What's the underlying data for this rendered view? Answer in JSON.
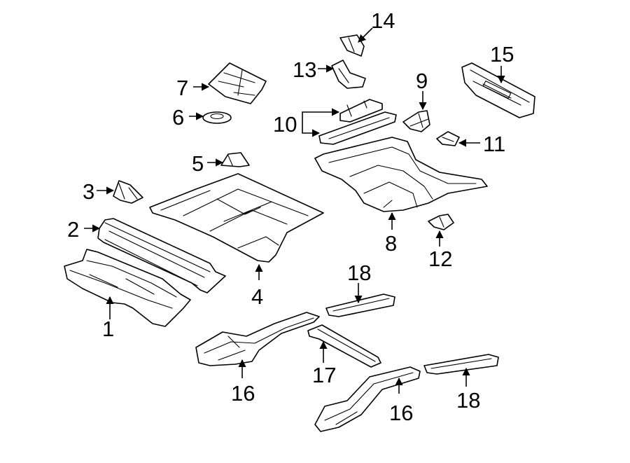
{
  "callouts": [
    {
      "id": "p1",
      "label": "1"
    },
    {
      "id": "p2",
      "label": "2"
    },
    {
      "id": "p3",
      "label": "3"
    },
    {
      "id": "p4",
      "label": "4"
    },
    {
      "id": "p5",
      "label": "5"
    },
    {
      "id": "p6",
      "label": "6"
    },
    {
      "id": "p7",
      "label": "7"
    },
    {
      "id": "p8",
      "label": "8"
    },
    {
      "id": "p9",
      "label": "9"
    },
    {
      "id": "p10",
      "label": "10"
    },
    {
      "id": "p11",
      "label": "11"
    },
    {
      "id": "p12",
      "label": "12"
    },
    {
      "id": "p13",
      "label": "13"
    },
    {
      "id": "p14",
      "label": "14"
    },
    {
      "id": "p15",
      "label": "15"
    },
    {
      "id": "p16a",
      "label": "16"
    },
    {
      "id": "p16b",
      "label": "16"
    },
    {
      "id": "p17",
      "label": "17"
    },
    {
      "id": "p18a",
      "label": "18"
    },
    {
      "id": "p18b",
      "label": "18"
    }
  ]
}
